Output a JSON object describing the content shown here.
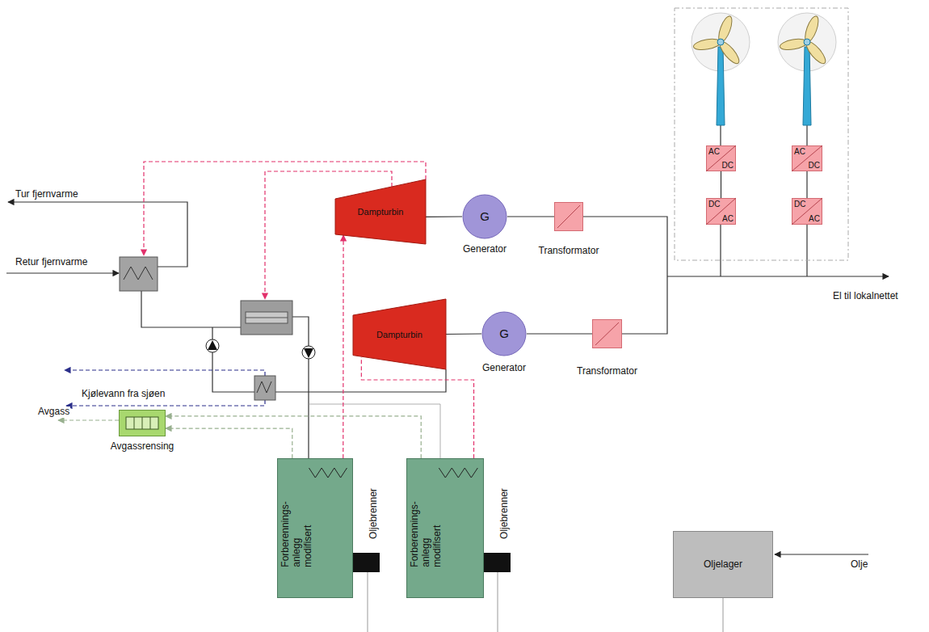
{
  "diagram": {
    "nodes": [
      {
        "text": [
          "Dampturbin"
        ]
      },
      {
        "text": [
          "G",
          "Generator"
        ]
      },
      {
        "text": [
          "Transformator"
        ]
      },
      {
        "text": [
          "AC",
          "DC"
        ]
      },
      {
        "text": [
          "AC",
          "DC"
        ]
      },
      {
        "text": [
          "DC",
          "AC"
        ]
      },
      {
        "text": [
          "DC",
          "AC"
        ]
      },
      {
        "text": [
          "Dampturbin"
        ]
      },
      {
        "text": [
          "G",
          "Generator"
        ]
      },
      {
        "text": [
          "Transformator"
        ]
      },
      {
        "text": [
          "Avgassrensing"
        ]
      },
      {
        "text": [
          "Forberennings- anlegg modifisert"
        ]
      },
      {
        "text": [
          "Oljebrenner"
        ]
      },
      {
        "text": [
          "Forberennings- anlegg modifisert"
        ]
      },
      {
        "text": [
          "Oljebrenner"
        ]
      },
      {
        "text": [
          "Oljelager"
        ]
      }
    ],
    "edges": [
      {
        "from": 0,
        "to": 1,
        "arrow": "none"
      },
      {
        "from": 1,
        "to": 2,
        "arrow": "none"
      },
      {
        "from": 3,
        "to": 5,
        "arrow": "none"
      },
      {
        "from": 4,
        "to": 6,
        "arrow": "none"
      },
      {
        "from": 7,
        "to": 8,
        "arrow": "none"
      },
      {
        "from": 8,
        "to": 9,
        "arrow": "none"
      },
      {
        "from": 11,
        "to": 0,
        "arrow": "to"
      },
      {
        "from": 13,
        "to": 7,
        "arrow": "none"
      },
      {
        "from": 11,
        "to": 10,
        "arrow": "to"
      },
      {
        "from": 13,
        "to": 10,
        "arrow": "to"
      }
    ],
    "labels": [
      "Tur fjernvarme",
      "Retur fjernvarme",
      "Kjølevann fra sjøen",
      "Avgass",
      "El til lokalnettet",
      "Olje"
    ]
  }
}
